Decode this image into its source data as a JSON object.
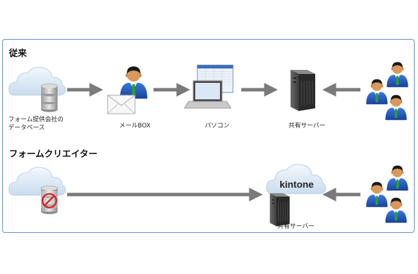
{
  "sections": {
    "traditional": {
      "title": "従来"
    },
    "form_creator": {
      "title": "フォームクリエイター"
    }
  },
  "labels": {
    "form_db_line1": "フォーム提供会社の",
    "form_db_line2": "データベース",
    "mail_box": "メールBOX",
    "pc": "パソコン",
    "shared_server_1": "共有サーバー",
    "shared_server_2": "共有サーバー",
    "kintone": "kintone"
  },
  "icons": {
    "cloud": "cloud-icon",
    "database": "database-icon",
    "blocked_database": "blocked-database-icon",
    "person": "person-icon",
    "envelope": "envelope-icon",
    "laptop": "laptop-icon",
    "server": "server-tower-icon",
    "people_group": "people-group-icon"
  },
  "colors": {
    "frame_border": "#5f8fcf",
    "arrow": "#7a7a7a",
    "cloud": "#dde9f5",
    "suit": "#1f57c3",
    "tie": "#29a329",
    "prohibit": "#d42a2a"
  }
}
